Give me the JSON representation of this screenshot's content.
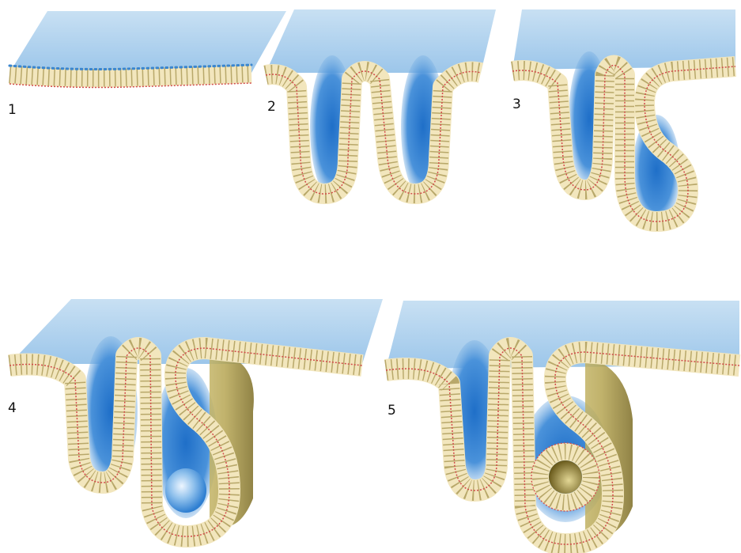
{
  "labels": [
    "1",
    "2",
    "3",
    "4",
    "5"
  ],
  "colors": {
    "surface_light": "#b9d6ee",
    "surface_mid": "#8fbde6",
    "surface_deep": "#2f7fd1",
    "epithelium_fill": "#f2e6bd",
    "epithelium_stroke": "#b8a86a",
    "cell_dots": "#3a86d0",
    "basal_line": "#d24a4a",
    "tube_shade": "#8a7a32"
  }
}
